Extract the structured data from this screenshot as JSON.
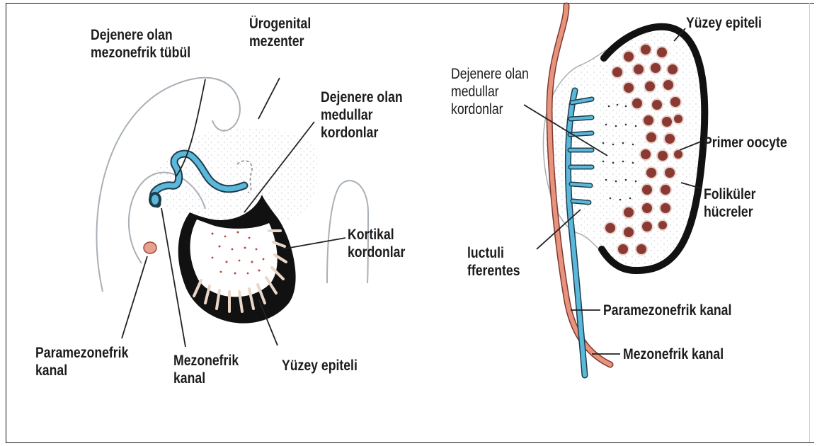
{
  "colors": {
    "duct_blue": "#5bb8da",
    "duct_red": "#e9937c",
    "oocyte": "#8a3a33",
    "epithelium": "#111111",
    "outline": "#a9b0b6"
  },
  "left_panel": {
    "label_degenerating_tubule": "Dejenere olan\nmezonefrik tübül",
    "label_urogenital_mesentery": "Ürogenital\nmezenter",
    "label_degenerating_medullary_cords": "Dejenere olan\nmedullar\nkordonlar",
    "label_cortical_cords": "Kortikal\nkordonlar",
    "label_paramesonephric_duct": "Paramezonefrik\nkanal",
    "label_mesonephric_duct": "Mezonefrik\nkanal",
    "label_surface_epithelium": "Yüzey epiteli"
  },
  "right_panel": {
    "label_surface_epithelium": "Yüzey epiteli",
    "label_degenerating_medullary_cords": "Dejenere olan\nmedullar\nkordonlar",
    "label_primary_oocyte": "Primer oocyte",
    "label_follicular_cells": "Foliküler\nhücreler",
    "label_ductuli_efferentes": "luctuli\nfferentes",
    "label_paramesonephric_duct": "Paramezonefrik kanal",
    "label_mesonephric_duct": "Mezonefrik kanal"
  }
}
